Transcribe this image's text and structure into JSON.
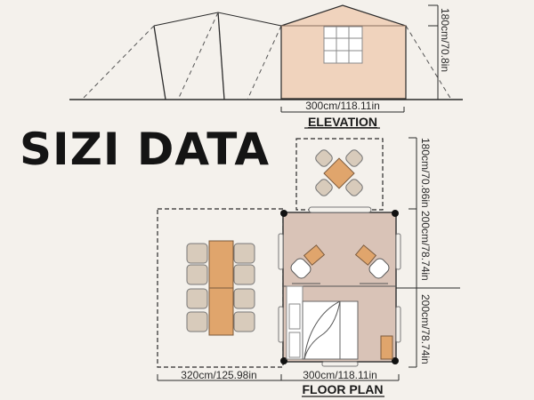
{
  "title": "SIZI DATA",
  "elevation": {
    "heading": "ELEVATION",
    "width_label": "300cm/118.11in",
    "height_label": "180cm/70.8in",
    "colors": {
      "wall": "#f0d3bd",
      "window": "#ffffff",
      "outline": "#2a2a2a"
    }
  },
  "floor_plan": {
    "heading": "FLOOR PLAN",
    "dimensions": {
      "bottom_left": "320cm/125.98in",
      "bottom_right": "300cm/118.11in",
      "right_top": "180cm/70.86in",
      "right_middle": "200cm/78.74in",
      "right_bottom": "200cm/78.74in"
    },
    "colors": {
      "floor": "#d9c3b7",
      "table": "#e0a56c",
      "chair": "#d8cbbb",
      "bed": "#ffffff"
    }
  }
}
